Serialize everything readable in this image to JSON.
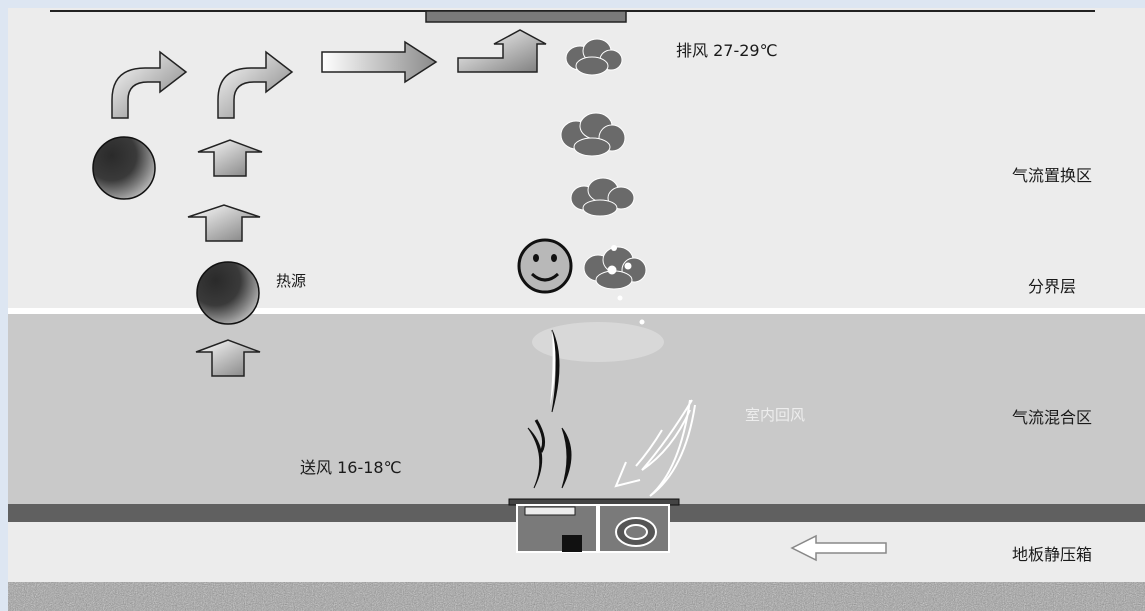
{
  "labels": {
    "exhaust": "排风 27-29℃",
    "displacement_zone": "气流置换区",
    "boundary_layer": "分界层",
    "mixing_zone": "气流混合区",
    "floor_plenum": "地板静压箱",
    "heat_source": "热源",
    "supply_air": "送风 16-18℃",
    "room_return": "室内回风"
  },
  "colors": {
    "upper_zone": "#ececec",
    "mixing_zone": "#c9c9c9",
    "plenum": "#ececec",
    "floor_slab": "#606060",
    "ground_texture": "#9a9a9a",
    "smoke": "#6a6a6a",
    "face": "#b8b8b8"
  }
}
